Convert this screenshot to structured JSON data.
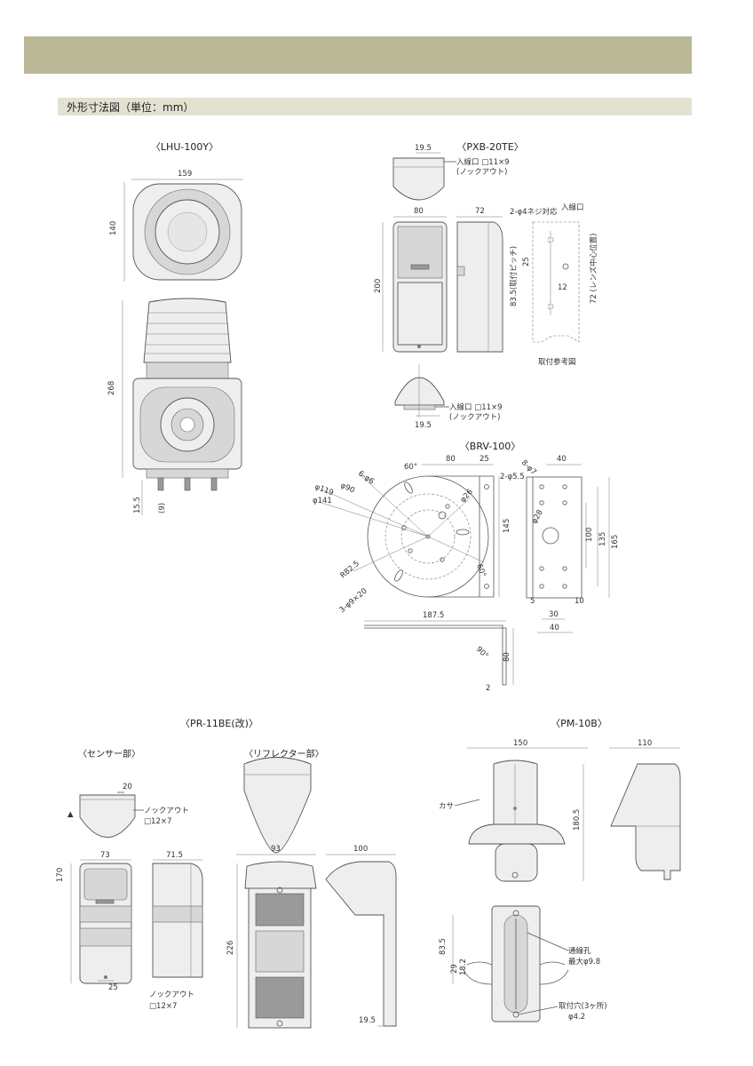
{
  "section": {
    "title": "外形寸法図（単位：mm）"
  },
  "lhu": {
    "title": "〈LHU-100Y〉",
    "w": "159",
    "h": "140",
    "h2": "268",
    "d1": "15.5",
    "d2": "(9)"
  },
  "pxb": {
    "title": "〈PXB-20TE〉",
    "top_w": "19.5",
    "inlet": "入線口 □11×9",
    "knock": "(ノックアウト)",
    "w80": "80",
    "w72": "72",
    "h200": "200",
    "screw": "2-φ4ネジ対応",
    "inlet2": "入線口",
    "d25": "25",
    "d12": "12",
    "pitch": "83.5(取付ピッチ)",
    "lens": "72\n(レンズ中心位置)",
    "ref": "取付参考図",
    "bottom_w": "19.5",
    "inlet3": "入線口 □11×9",
    "knock2": "(ノックアウト)"
  },
  "brv": {
    "title": "〈BRV-100〉",
    "a60": "60°",
    "d80": "80",
    "d25": "25",
    "h6": "6-φ6",
    "s119": "φ119",
    "s90": "φ90",
    "s141": "φ141",
    "h26": "φ26",
    "s2": "2-φ5.5",
    "h145": "145",
    "r82": "R82.5",
    "s60": "60°",
    "s3": "3-φ9×20",
    "side8": "8-φ7",
    "s40": "40",
    "s28": "φ28",
    "s100": "100",
    "s135": "135",
    "s165": "165",
    "s5": "5",
    "s10": "10",
    "s30": "30",
    "s40b": "40",
    "l187": "187.5",
    "l90": "90°",
    "l80": "80",
    "l2": "2"
  },
  "pr": {
    "title": "〈PR-11BE(改)〉",
    "sensor": "〈センサー部〉",
    "reflector": "〈リフレクター部〉",
    "d20": "20",
    "knock": "ノックアウト",
    "k12": "□12×7",
    "w73": "73",
    "w715": "71.5",
    "h170": "170",
    "d25": "25",
    "knock2": "ノックアウト",
    "k12b": "□12×7",
    "w93": "93",
    "w100": "100",
    "h226": "226",
    "d195": "19.5"
  },
  "pm": {
    "title": "〈PM-10B〉",
    "w150": "150",
    "w110": "110",
    "kasa": "カサ",
    "h180": "180.5",
    "h835": "83.5",
    "h29": "29",
    "h182": "18.2",
    "tsu": "通線孔",
    "tsu2": "最大φ9.8",
    "hole": "取付穴(3ヶ所)",
    "hole2": "φ4.2"
  }
}
